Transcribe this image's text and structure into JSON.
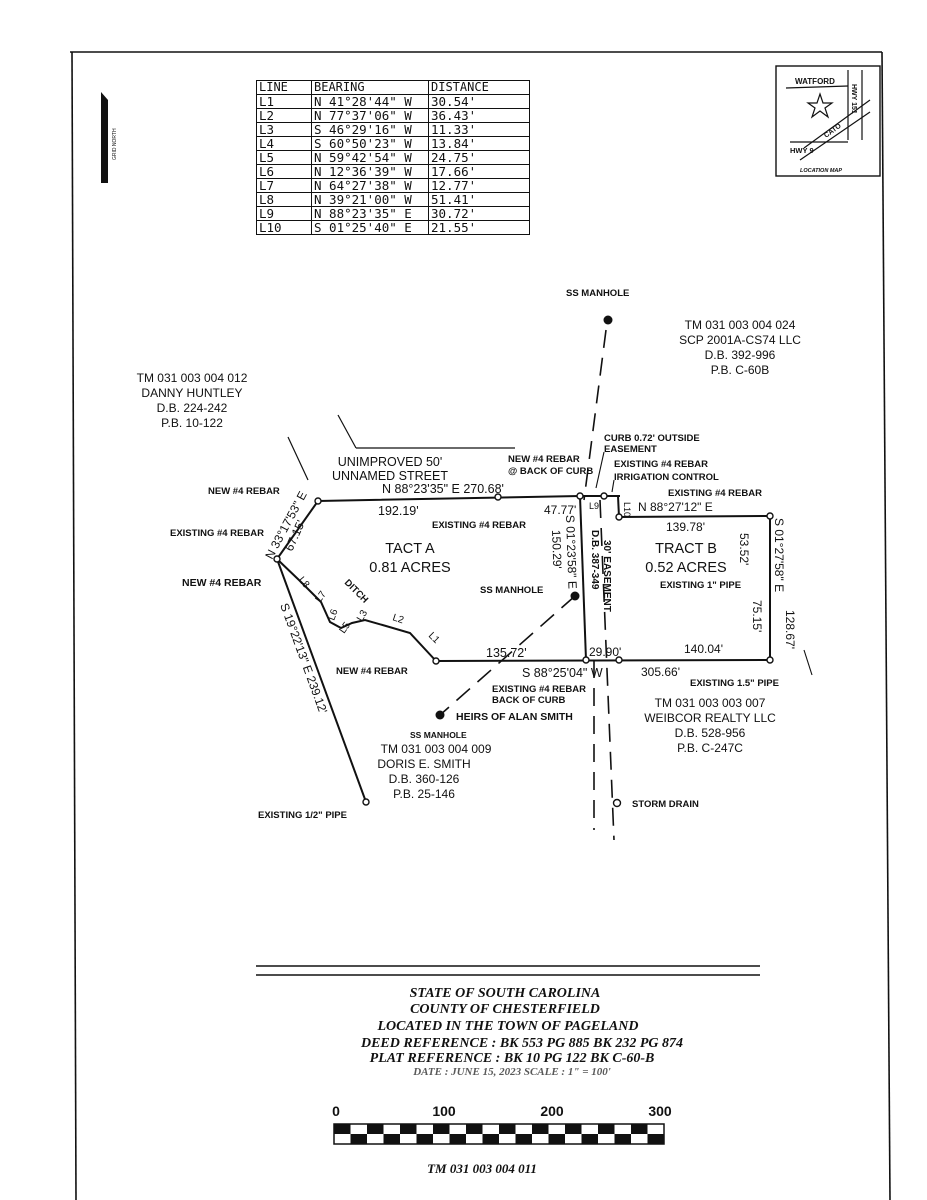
{
  "line_table": {
    "headers": [
      "LINE",
      "BEARING",
      "DISTANCE"
    ],
    "rows": [
      [
        "L1",
        "N 41°28'44\" W",
        "30.54'"
      ],
      [
        "L2",
        "N 77°37'06\" W",
        "36.43'"
      ],
      [
        "L3",
        "S 46°29'16\" W",
        "11.33'"
      ],
      [
        "L4",
        "S 60°50'23\" W",
        "13.84'"
      ],
      [
        "L5",
        "N 59°42'54\" W",
        "24.75'"
      ],
      [
        "L6",
        "N 12°36'39\" W",
        "17.66'"
      ],
      [
        "L7",
        "N 64°27'38\" W",
        "12.77'"
      ],
      [
        "L8",
        "N 39°21'00\" W",
        "51.41'"
      ],
      [
        "L9",
        "N 88°23'35\" E",
        "30.72'"
      ],
      [
        "L10",
        "S 01°25'40\" E",
        "21.55'"
      ]
    ]
  },
  "north_arrow": {
    "label": "GRID NORTH"
  },
  "location_map": {
    "watford": "WATFORD",
    "hwy151": "HWY 151",
    "cato": "CATO",
    "hwy9": "HWY 9",
    "caption": "LOCATION MAP"
  },
  "adjoiners": {
    "huntley": [
      "TM 031 003 004 012",
      "DANNY HUNTLEY",
      "D.B. 224-242",
      "P.B. 10-122"
    ],
    "scp": [
      "TM 031 003 004 024",
      "SCP 2001A-CS74 LLC",
      "D.B. 392-996",
      "P.B. C-60B"
    ],
    "smith": [
      "TM 031 003 004 009",
      "DORIS E. SMITH",
      "D.B. 360-126",
      "P.B. 25-146"
    ],
    "weibcor": [
      "TM 031 003 003 007",
      "WEIBCOR REALTY LLC",
      "D.B. 528-956",
      "P.B. C-247C"
    ]
  },
  "street": [
    "UNIMPROVED 50'",
    "UNNAMED STREET"
  ],
  "tracts": {
    "a_name": "TACT A",
    "a_area": "0.81 ACRES",
    "b_name": "TRACT B",
    "b_area": "0.52 ACRES"
  },
  "notes": {
    "ss_manhole_top": "SS MANHOLE",
    "ss_manhole_mid": "SS MANHOLE",
    "ss_manhole_bottom": "SS MANHOLE",
    "curb_line1": "CURB 0.72' OUTSIDE",
    "curb_line2": "EASEMENT",
    "existing_rebar_irr": "EXISTING #4 REBAR",
    "irrigation": "IRRIGATION CONTROL",
    "new_rebar_curb1": "NEW #4 REBAR",
    "new_rebar_curb2": "@ BACK OF CURB",
    "new_rebar_nw": "NEW #4 REBAR",
    "existing_rebar_w": "EXISTING #4 REBAR",
    "new_rebar_w": "NEW #4 REBAR",
    "existing_rebar_mid": "EXISTING #4 REBAR",
    "existing_rebar_ne": "EXISTING #4 REBAR",
    "existing_pipe_1": "EXISTING 1\" PIPE",
    "existing_pipe_15": "EXISTING 1.5\" PIPE",
    "existing_pipe_half": "EXISTING 1/2\" PIPE",
    "new_rebar_sw": "NEW #4 REBAR",
    "existing_rebar_boc1": "EXISTING #4 REBAR",
    "existing_rebar_boc2": "BACK OF CURB",
    "heirs": "HEIRS OF ALAN SMITH",
    "storm_drain": "STORM DRAIN",
    "ditch": "DITCH",
    "easement": "30' EASEMENT",
    "easement_db": "D.B. 387-349"
  },
  "dims": {
    "north_full": "N 88°23'35\" E  270.68'",
    "north_a": "192.19'",
    "north_mid": "47.77'",
    "l9": "L9",
    "l10": "L10",
    "tract_b_north": "N 88°27'12\" E",
    "tract_b_north_dist": "139.78'",
    "nw_side": "N 33°17'53\" E",
    "nw_side_dist": "67.15'",
    "west_side": "S 19°22'13\" E  239.12'",
    "divider": "S 01°23'58\" E",
    "divider_dist": "150.29'",
    "east_bearing": "S 01°27'58\" E",
    "east_53": "53.52'",
    "east_75": "75.15'",
    "east_128": "128.67'",
    "south_a": "135.72'",
    "south_bearing": "S 88°25'04\" W",
    "south_mid": "29.90'",
    "south_b": "140.04'",
    "south_full": "305.66'",
    "l1": "L1",
    "l2": "L2",
    "l3": "L3",
    "l5": "L5",
    "l6": "L6",
    "l7": "L7",
    "l8": "L8"
  },
  "title_block": {
    "line1": "STATE OF SOUTH CAROLINA",
    "line2": "COUNTY OF CHESTERFIELD",
    "line3": "LOCATED IN THE TOWN OF PAGELAND",
    "line4": "DEED REFERENCE : BK 553 PG 885 BK 232 PG 874",
    "line5": "PLAT REFERENCE : BK 10 PG 122 BK C-60-B",
    "line6": "DATE : JUNE 15, 2023     SCALE : 1\" = 100'"
  },
  "scale_bar": {
    "t0": "0",
    "t100": "100",
    "t200": "200",
    "t300": "300"
  },
  "footer": "TM 031 003 004 011"
}
